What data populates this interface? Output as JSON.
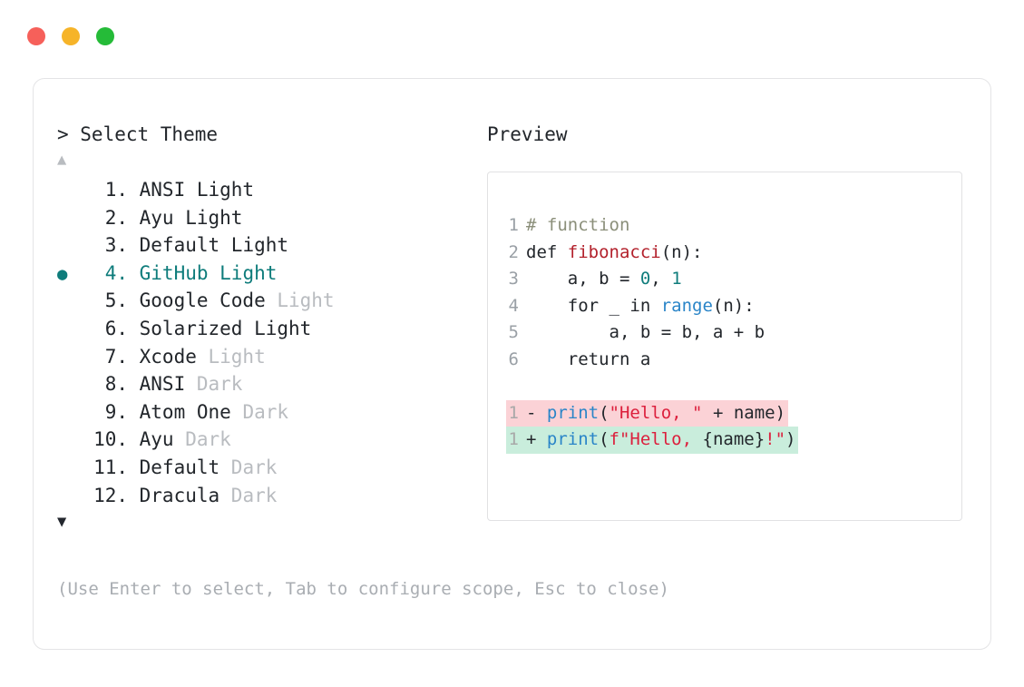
{
  "window": {
    "controls": [
      {
        "name": "close",
        "color": "#f6605a"
      },
      {
        "name": "minimize",
        "color": "#f6b429"
      },
      {
        "name": "zoom",
        "color": "#25bb38"
      }
    ]
  },
  "selector": {
    "prompt": "> Select Theme",
    "scroll_up_indicator": "▲",
    "scroll_down_indicator": "▼",
    "selected_index": 4,
    "bullet": "●",
    "items": [
      {
        "number": " 1.",
        "name": "ANSI",
        "suffix": "Light",
        "suffix_dim": false,
        "selected": false
      },
      {
        "number": " 2.",
        "name": "Ayu",
        "suffix": "Light",
        "suffix_dim": false,
        "selected": false
      },
      {
        "number": " 3.",
        "name": "Default",
        "suffix": "Light",
        "suffix_dim": false,
        "selected": false
      },
      {
        "number": " 4.",
        "name": "GitHub",
        "suffix": "Light",
        "suffix_dim": false,
        "selected": true
      },
      {
        "number": " 5.",
        "name": "Google Code",
        "suffix": "Light",
        "suffix_dim": true,
        "selected": false
      },
      {
        "number": " 6.",
        "name": "Solarized Light",
        "suffix": "",
        "suffix_dim": false,
        "selected": false
      },
      {
        "number": " 7.",
        "name": "Xcode",
        "suffix": "Light",
        "suffix_dim": true,
        "selected": false
      },
      {
        "number": " 8.",
        "name": "ANSI",
        "suffix": "Dark",
        "suffix_dim": true,
        "selected": false
      },
      {
        "number": " 9.",
        "name": "Atom One",
        "suffix": "Dark",
        "suffix_dim": true,
        "selected": false
      },
      {
        "number": "10.",
        "name": "Ayu",
        "suffix": "Dark",
        "suffix_dim": true,
        "selected": false
      },
      {
        "number": "11.",
        "name": "Default",
        "suffix": "Dark",
        "suffix_dim": true,
        "selected": false
      },
      {
        "number": "12.",
        "name": "Dracula",
        "suffix": "Dark",
        "suffix_dim": true,
        "selected": false
      }
    ]
  },
  "preview": {
    "label": "Preview",
    "code_lines": [
      {
        "n": "1",
        "tokens": [
          {
            "t": "# function",
            "c": "comment"
          }
        ]
      },
      {
        "n": "2",
        "tokens": [
          {
            "t": "def ",
            "c": "keyword"
          },
          {
            "t": "fibonacci",
            "c": "func-def"
          },
          {
            "t": "(n):",
            "c": "plain"
          }
        ]
      },
      {
        "n": "3",
        "tokens": [
          {
            "t": "    a, b = ",
            "c": "plain"
          },
          {
            "t": "0",
            "c": "number"
          },
          {
            "t": ", ",
            "c": "plain"
          },
          {
            "t": "1",
            "c": "number"
          }
        ]
      },
      {
        "n": "4",
        "tokens": [
          {
            "t": "    for _ in ",
            "c": "plain"
          },
          {
            "t": "range",
            "c": "builtin"
          },
          {
            "t": "(n):",
            "c": "plain"
          }
        ]
      },
      {
        "n": "5",
        "tokens": [
          {
            "t": "        a, b = b, a + b",
            "c": "plain"
          }
        ]
      },
      {
        "n": "6",
        "tokens": [
          {
            "t": "    return a",
            "c": "plain"
          }
        ]
      }
    ],
    "diff_lines": [
      {
        "n": "1",
        "sign": "- ",
        "kind": "del",
        "bg": "#fbd2d6",
        "tokens": [
          {
            "t": "print",
            "c": "builtin"
          },
          {
            "t": "(",
            "c": "plain"
          },
          {
            "t": "\"Hello, \"",
            "c": "string"
          },
          {
            "t": " + name)",
            "c": "plain"
          }
        ]
      },
      {
        "n": "1",
        "sign": "+ ",
        "kind": "add",
        "bg": "#c9eddc",
        "tokens": [
          {
            "t": "print",
            "c": "builtin"
          },
          {
            "t": "(",
            "c": "plain"
          },
          {
            "t": "f\"Hello, ",
            "c": "string"
          },
          {
            "t": "{name}",
            "c": "plain"
          },
          {
            "t": "!\"",
            "c": "string"
          },
          {
            "t": ")",
            "c": "plain"
          }
        ]
      }
    ]
  },
  "footer": {
    "hint": "(Use Enter to select, Tab to configure scope, Esc to close)"
  }
}
